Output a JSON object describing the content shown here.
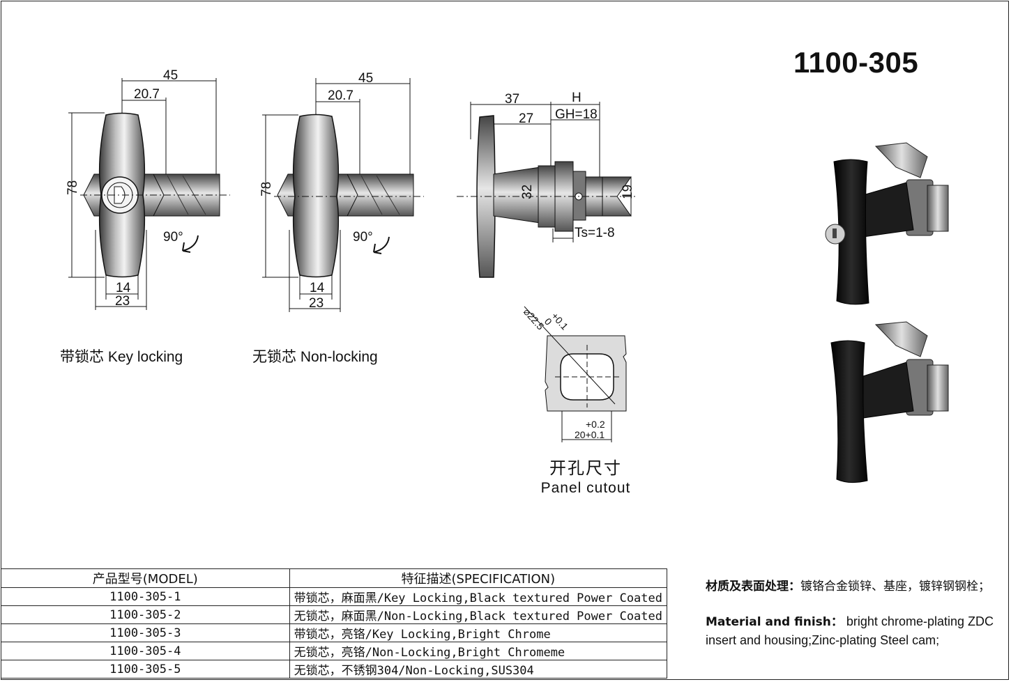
{
  "title": "1100-305",
  "drawings": {
    "key_locking": {
      "caption_cn": "带锁芯",
      "caption_en": "Key locking",
      "dims": {
        "width_total": "45",
        "offset": "20.7",
        "height": "78",
        "base_inner": "14",
        "base_outer": "23",
        "rotation": "90°"
      }
    },
    "non_locking": {
      "caption_cn": "无锁芯",
      "caption_en": "Non-locking",
      "dims": {
        "width_total": "45",
        "offset": "20.7",
        "height": "78",
        "base_inner": "14",
        "base_outer": "23",
        "rotation": "90°"
      }
    },
    "side_view": {
      "dims": {
        "length_a": "37",
        "length_b": "27",
        "h": "H",
        "gh": "GH=18",
        "dia": "32",
        "cam": "19",
        "ts": "Ts=1-8"
      }
    },
    "panel_cutout": {
      "label_cn": "开孔尺寸",
      "label_en": "Panel cutout",
      "dims": {
        "diameter": "⌀22.5",
        "dia_tol": "+0.1",
        "dia_tol2": "0",
        "flat_tol": "+0.2",
        "flat": "20+0.1"
      }
    }
  },
  "table": {
    "headers": [
      "产品型号(MODEL)",
      "特征描述(SPECIFICATION)"
    ],
    "rows": [
      {
        "model": "1100-305-1",
        "spec": "带锁芯，麻面黑/Key Locking,Black textured Power Coated"
      },
      {
        "model": "1100-305-2",
        "spec": "无锁芯，麻面黑/Non-Locking,Black textured Power Coated"
      },
      {
        "model": "1100-305-3",
        "spec": "带锁芯，亮铬/Key Locking,Bright Chrome"
      },
      {
        "model": "1100-305-4",
        "spec": "无锁芯，亮铬/Non-Locking,Bright Chromeme"
      },
      {
        "model": "1100-305-5",
        "spec": "无锁芯，不锈钢304/Non-Locking,SUS304"
      }
    ]
  },
  "material": {
    "cn_label": "材质及表面处理：",
    "cn_text": "镀铬合金锁锌、基座，镀锌钢钢栓；",
    "en_label": "Material and finish：",
    "en_text": "bright chrome-plating ZDC insert and housing;Zinc-plating Steel cam;"
  },
  "colors": {
    "handle_dark": "#3a3a3a",
    "handle_light": "#e8e8e8",
    "black_product": "#141414",
    "chrome": "#bfbfbf"
  }
}
